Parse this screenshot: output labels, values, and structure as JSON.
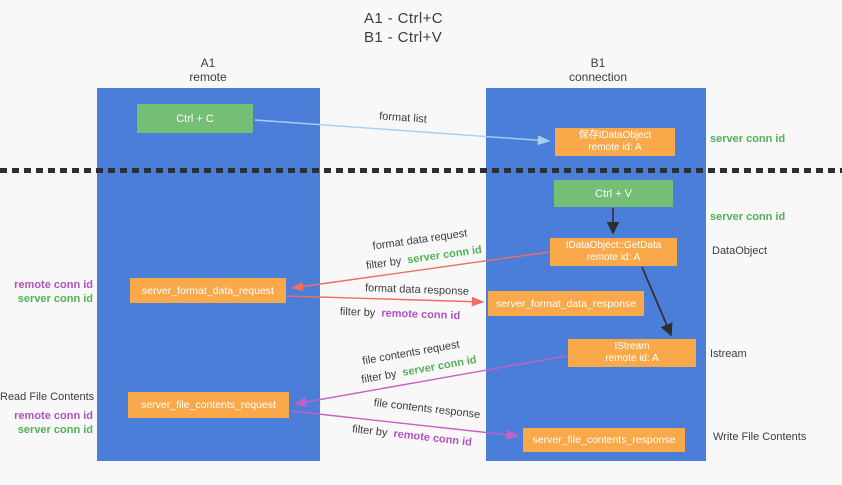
{
  "title": {
    "line1": "A1 - Ctrl+C",
    "line2": "B1 - Ctrl+V"
  },
  "lifelines": {
    "left": {
      "id": "A1",
      "role": "remote"
    },
    "right": {
      "id": "B1",
      "role": "connection"
    }
  },
  "nodes": {
    "ctrl_c": {
      "label": "Ctrl + C"
    },
    "ctrl_v": {
      "label": "Ctrl + V"
    },
    "save_dataobject": {
      "line1": "保存IDataObject",
      "line2": "remote id: A"
    },
    "getdata": {
      "line1": "IDataObject::GetData",
      "line2": "remote id: A"
    },
    "istream": {
      "line1": "IStream",
      "line2": "remote id: A"
    },
    "format_request": {
      "label": "server_format_data_request"
    },
    "format_response": {
      "label": "server_format_data_response"
    },
    "file_request": {
      "label": "server_file_contents_request"
    },
    "file_response": {
      "label": "server_file_contents_response"
    }
  },
  "annotations": {
    "right": [
      {
        "text": "server conn id",
        "kind": "green"
      },
      {
        "text": "server conn id",
        "kind": "green"
      },
      {
        "text": "DataObject",
        "kind": "plain"
      },
      {
        "text": "Istream",
        "kind": "plain"
      },
      {
        "text": "Write File Contents",
        "kind": "plain"
      }
    ],
    "left": [
      {
        "text": "remote conn id",
        "kind": "purple"
      },
      {
        "text": "server conn id",
        "kind": "green"
      },
      {
        "text": "Read File Contents",
        "kind": "plain"
      },
      {
        "text": "remote conn id",
        "kind": "purple"
      },
      {
        "text": "server conn id",
        "kind": "green"
      }
    ]
  },
  "flows": {
    "format_list": {
      "label": "format list"
    },
    "format_data_request": {
      "label": "format data request",
      "filter_prefix": "filter by",
      "filter_key": "server conn id"
    },
    "format_data_response": {
      "label": "format data response",
      "filter_prefix": "filter by",
      "filter_key": "remote conn id"
    },
    "file_contents_request": {
      "label": "file contents request",
      "filter_prefix": "filter by",
      "filter_key": "server conn id"
    },
    "file_contents_response": {
      "label": "file contents response",
      "filter_prefix": "filter by",
      "filter_key": "remote conn id"
    }
  },
  "colors": {
    "panel_blue": "#4a7ed8",
    "node_green": "#74bf75",
    "node_orange": "#f9a94a",
    "text_green": "#52b157",
    "text_purple": "#b052c0",
    "arrow_red": "#ee6e62",
    "arrow_magenta": "#c75fc7",
    "arrow_lightblue": "#a9cfee",
    "arrow_black": "#2e2e2e",
    "background": "#f8f8f8"
  }
}
